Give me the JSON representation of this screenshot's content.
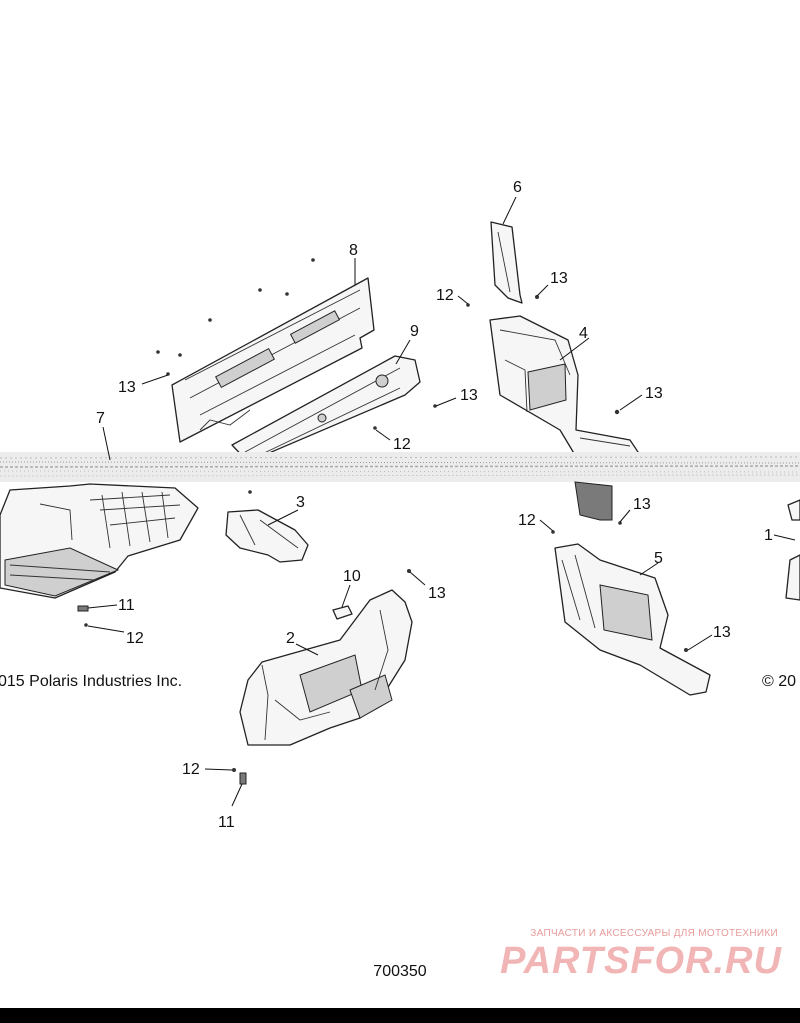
{
  "figure": {
    "figure_number": "700350",
    "copyright_left": "015 Polaris Industries Inc.",
    "copyright_right": "© 20"
  },
  "callouts": [
    {
      "id": "c1",
      "label": "1"
    },
    {
      "id": "c2",
      "label": "2"
    },
    {
      "id": "c3",
      "label": "3"
    },
    {
      "id": "c4",
      "label": "4"
    },
    {
      "id": "c5",
      "label": "5"
    },
    {
      "id": "c6",
      "label": "6"
    },
    {
      "id": "c7",
      "label": "7"
    },
    {
      "id": "c8",
      "label": "8"
    },
    {
      "id": "c9",
      "label": "9"
    },
    {
      "id": "c10",
      "label": "10"
    },
    {
      "id": "c11a",
      "label": "11"
    },
    {
      "id": "c11b",
      "label": "11"
    },
    {
      "id": "c12a",
      "label": "12"
    },
    {
      "id": "c12b",
      "label": "12"
    },
    {
      "id": "c12c",
      "label": "12"
    },
    {
      "id": "c12d",
      "label": "12"
    },
    {
      "id": "c12e",
      "label": "12"
    },
    {
      "id": "c13a",
      "label": "13"
    },
    {
      "id": "c13b",
      "label": "13"
    },
    {
      "id": "c13c",
      "label": "13"
    },
    {
      "id": "c13d",
      "label": "13"
    },
    {
      "id": "c13e",
      "label": "13"
    },
    {
      "id": "c13f",
      "label": "13"
    },
    {
      "id": "c13g",
      "label": "13"
    }
  ],
  "watermark": {
    "tagline": "ЗАПЧАСТИ И АКСЕССУАРЫ ДЛЯ МОТОТЕХНИКИ",
    "logo": "PARTSFOR.RU"
  }
}
